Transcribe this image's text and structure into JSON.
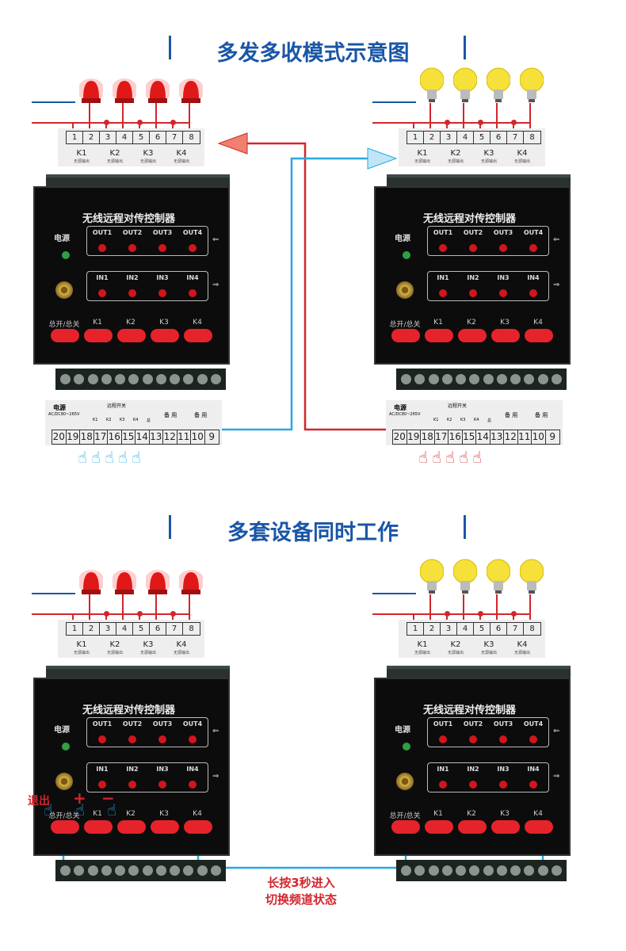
{
  "sections": [
    {
      "heading": "多发多收模式示意图"
    },
    {
      "heading": "多套设备同时工作"
    }
  ],
  "device": {
    "title": "无线远程对传控制器",
    "power_label": "电源",
    "outputs": [
      "OUT1",
      "OUT2",
      "OUT3",
      "OUT4"
    ],
    "inputs": [
      "IN1",
      "IN2",
      "IN3",
      "IN4"
    ],
    "buttons": [
      "总开/总关",
      "K1",
      "K2",
      "K3",
      "K4"
    ]
  },
  "top_terminals": {
    "numbers": [
      "1",
      "2",
      "3",
      "4",
      "5",
      "6",
      "7",
      "8"
    ],
    "groups": [
      "K1",
      "K2",
      "K3",
      "K4"
    ],
    "group_sub": "无源输出"
  },
  "bottom_terminals": {
    "power_label": "电源",
    "power_spec": "AC/DC80~265V",
    "remote_label": "远程开关",
    "switches": [
      "K1",
      "K2",
      "K3",
      "K4",
      "总"
    ],
    "spare": [
      "备 用",
      "备 用"
    ],
    "numbers": [
      "20",
      "19",
      "18",
      "17",
      "16",
      "15",
      "14",
      "13",
      "12",
      "11",
      "10",
      "9"
    ]
  },
  "annotations": {
    "exit": "退出",
    "plus": "+",
    "minus": "−",
    "caption_line1": "长按3秒进入",
    "caption_line2": "切换频道状态"
  },
  "colors": {
    "blue": "#1a56a6",
    "red": "#d2262c",
    "cyan": "#29a8e0"
  }
}
